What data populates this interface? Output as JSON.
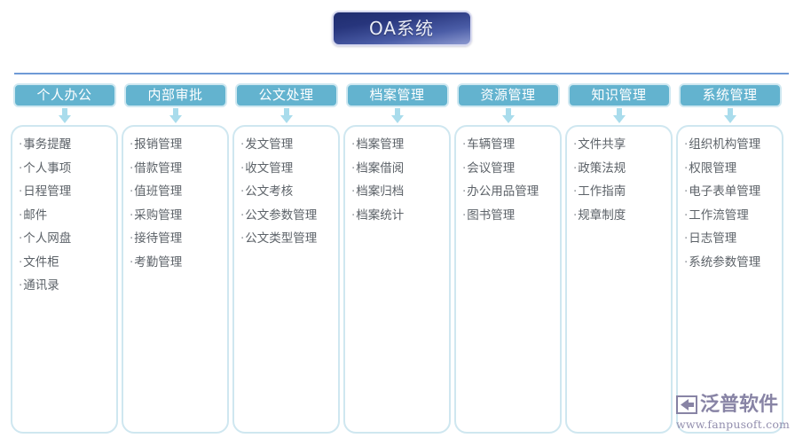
{
  "title": {
    "label": "OA系统"
  },
  "colors": {
    "title_gradient_start": "#1f2d6e",
    "title_gradient_end": "#8d9ad0",
    "header_blue": "#63b3cf",
    "header_border": "#cfe8f1",
    "panel_border": "#cfe7f0",
    "rule_blue": "#6f9ad6",
    "arrow_blue": "#a9dcec",
    "item_text": "#5c6268",
    "watermark_purple": "#7e7a9e"
  },
  "bullet": "·",
  "columns": [
    {
      "header": "个人办公",
      "items": [
        "事务提醒",
        "个人事项",
        "日程管理",
        "邮件",
        "个人网盘",
        "文件柜",
        "通讯录"
      ]
    },
    {
      "header": "内部审批",
      "items": [
        "报销管理",
        "借款管理",
        "值班管理",
        "采购管理",
        "接待管理",
        "考勤管理"
      ]
    },
    {
      "header": "公文处理",
      "items": [
        "发文管理",
        "收文管理",
        "公文考核",
        "公文参数管理",
        "公文类型管理"
      ]
    },
    {
      "header": "档案管理",
      "items": [
        "档案管理",
        "档案借阅",
        "档案归档",
        "档案统计"
      ]
    },
    {
      "header": "资源管理",
      "items": [
        "车辆管理",
        "会议管理",
        "办公用品管理",
        "图书管理"
      ]
    },
    {
      "header": "知识管理",
      "items": [
        "文件共享",
        "政策法规",
        "工作指南",
        "规章制度"
      ]
    },
    {
      "header": "系统管理",
      "items": [
        "组织机构管理",
        "权限管理",
        "电子表单管理",
        "工作流管理",
        "日志管理",
        "系统参数管理"
      ]
    }
  ],
  "watermark": {
    "brand": "泛普软件",
    "url": "www.fanpusoft.com"
  }
}
